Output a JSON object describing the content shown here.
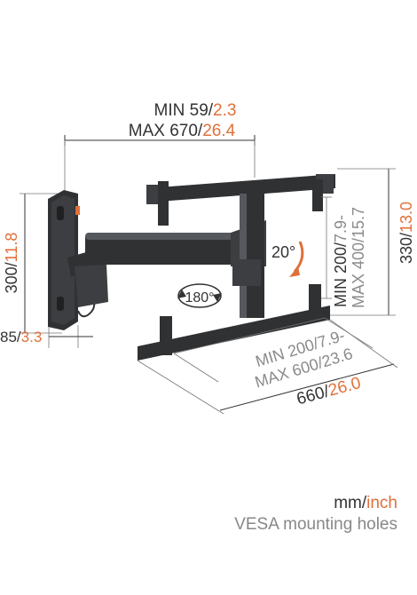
{
  "dimensions": {
    "reach_min": {
      "label": "MIN 59/",
      "value": "2.3"
    },
    "reach_max": {
      "label": "MAX 670/",
      "value": "26.4"
    },
    "plate_height": {
      "label": "300/",
      "value": "11.8"
    },
    "plate_depth": {
      "label": "85/",
      "value": "3.3"
    },
    "vesa_vertical_min": {
      "label": "MIN 200/",
      "value": "7.9"
    },
    "vesa_vertical_max": {
      "label": "MAX 400/",
      "value": "15.7"
    },
    "frame_height": {
      "label": "330/",
      "value": "13.0"
    },
    "vesa_horizontal_min": {
      "label": "MIN 200/",
      "value": "7.9"
    },
    "vesa_horizontal_max": {
      "label": "MAX 600/",
      "value": "23.6"
    },
    "frame_width": {
      "label": "660/",
      "value": "26.0"
    }
  },
  "angles": {
    "tilt": "20°",
    "swivel": "180°"
  },
  "legend": {
    "mm": "mm/",
    "inch": "inch",
    "vesa_note": "VESA mounting holes"
  },
  "colors": {
    "metric": "#333333",
    "imperial": "#e0703a",
    "vesa": "#8a8a8a",
    "bracket": "#2f3133"
  }
}
